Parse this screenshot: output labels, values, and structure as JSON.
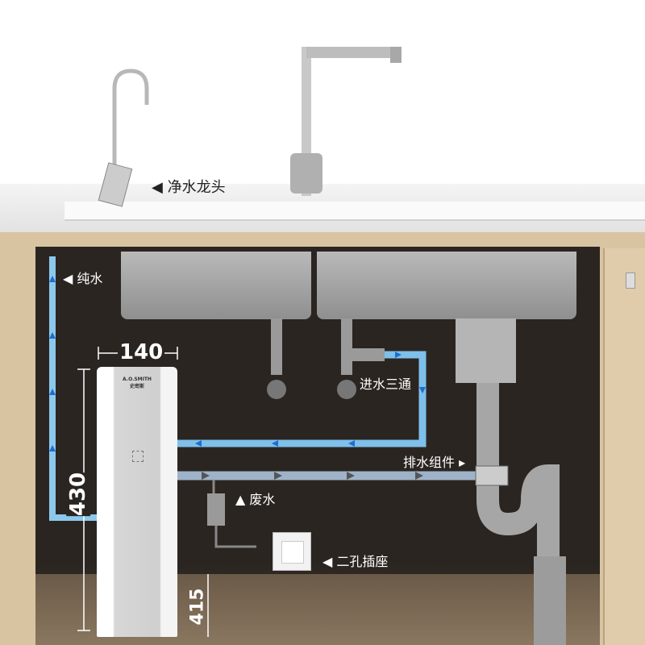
{
  "labels": {
    "purified_faucet": "◀ 净水龙头",
    "pure_water": "◀ 纯水",
    "inlet_tee": "进水三通",
    "drain_assembly": "排水组件 ▸",
    "waste_water": "▲ 废水",
    "socket": "◀  二孔插座"
  },
  "dimensions": {
    "width": "140",
    "height": "430",
    "clearance": "415"
  },
  "brand": {
    "name": "A.O.SMITH",
    "name_cn": "史密斯"
  },
  "colors": {
    "pure_water_pipe": "#8cc8ec",
    "inlet_pipe": "#7ec0ea",
    "drain_pipe": "#9fb3c8",
    "arrow": "#1a6fd0",
    "cabinet_wood": "#d9c4a2",
    "cabinet_interior": "#2b2521"
  }
}
